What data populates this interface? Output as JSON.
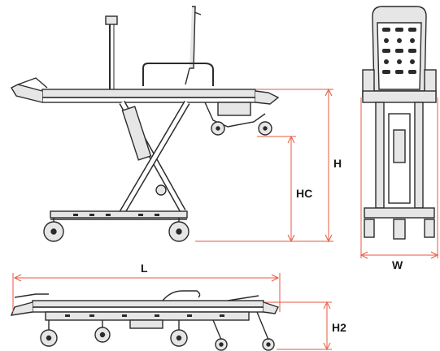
{
  "labels": {
    "height": "H",
    "height_c": "HC",
    "width": "W",
    "length": "L",
    "height_2": "H2"
  },
  "colors": {
    "dimension": "#e8573c",
    "drawing": "#2b2b2b",
    "fill": "#e6e6e6",
    "background": "#ffffff"
  }
}
